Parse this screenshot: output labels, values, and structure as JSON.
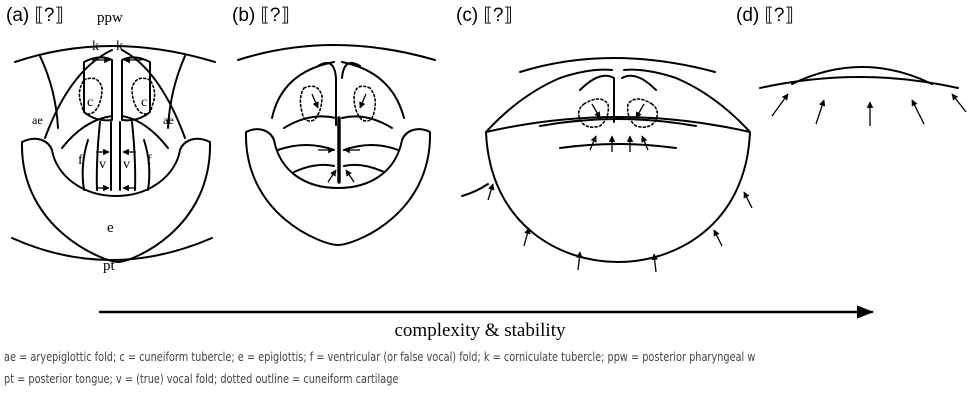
{
  "panels": {
    "a": "(a) ⟦?⟧",
    "b": "(b) ⟦?⟧",
    "c": "(c) ⟦?⟧",
    "d": "(d) ⟦?⟧"
  },
  "labels": {
    "ppw": "ppw",
    "k": "k",
    "c": "c",
    "ae": "ae",
    "f": "f",
    "v": "v",
    "e": "e",
    "pt": "pt"
  },
  "axis_caption": "complexity & stability",
  "legend": {
    "line1": "ae = aryepiglottic fold; c = cuneiform tubercle; e = epiglottis; f = ventricular (or false vocal) fold; k = corniculate tubercle; ppw = posterior pharyngeal w",
    "line2": "pt = posterior tongue; v = (true) vocal fold; dotted outline = cuneiform cartilage"
  }
}
